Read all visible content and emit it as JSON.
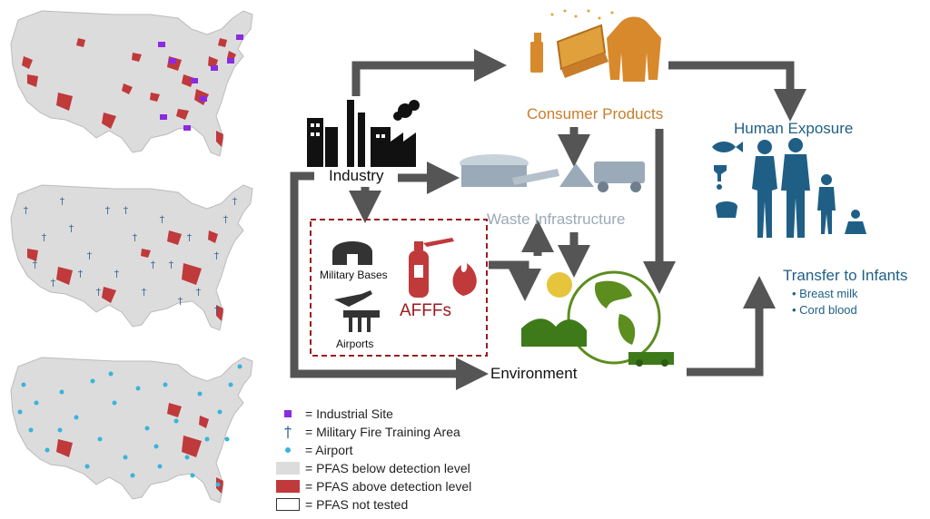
{
  "nodes": {
    "consumer_products": "Consumer Products",
    "human_exposure": "Human Exposure",
    "industry": "Industry",
    "waste_infrastructure": "Waste Infrastructure",
    "military_bases": "Military Bases",
    "airports": "Airports",
    "afffs": "AFFFs",
    "environment": "Environment",
    "transfer_to_infants": "Transfer to Infants"
  },
  "transfer_items": [
    "Breast milk",
    "Cord blood"
  ],
  "legend": [
    {
      "symbol": "industrial-site",
      "label": "= Industrial Site",
      "color": "#8a2be2"
    },
    {
      "symbol": "military-fire-training",
      "label": "= Military Fire Training Area",
      "color": "#2f5f8f"
    },
    {
      "symbol": "airport",
      "label": "= Airport",
      "color": "#3bb3d9"
    },
    {
      "symbol": "below-detection",
      "label": "= PFAS below detection level",
      "color": "#dcdcdc"
    },
    {
      "symbol": "above-detection",
      "label": "= PFAS above detection level",
      "color": "#c0393b"
    },
    {
      "symbol": "not-tested",
      "label": "= PFAS not tested",
      "color": "#ffffff"
    }
  ],
  "colors": {
    "arrow": "#555555",
    "consumer": "#c97d2a",
    "human": "#1f5f86",
    "waste": "#9aaab8",
    "afff_red": "#9b1c20",
    "environment_green": "#5c8d1e",
    "pfas_above": "#c0393b",
    "pfas_below": "#dcdcdc"
  }
}
